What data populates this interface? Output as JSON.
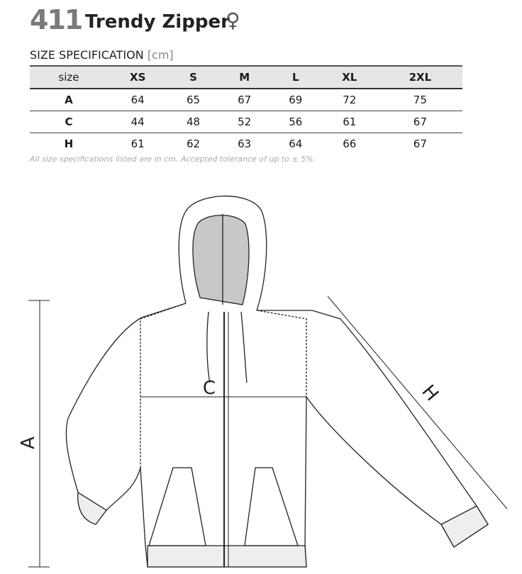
{
  "product": {
    "number": "411",
    "name": "Trendy Zipper",
    "gender_symbol": "♀"
  },
  "spec": {
    "title": "SIZE SPECIFICATION",
    "unit": "[cm]"
  },
  "table": {
    "headers": [
      "size",
      "XS",
      "S",
      "M",
      "L",
      "XL",
      "2XL"
    ],
    "rows": [
      {
        "label": "A",
        "values": [
          "64",
          "65",
          "67",
          "69",
          "72",
          "75"
        ]
      },
      {
        "label": "C",
        "values": [
          "44",
          "48",
          "52",
          "56",
          "61",
          "67"
        ]
      },
      {
        "label": "H",
        "values": [
          "61",
          "62",
          "63",
          "64",
          "66",
          "67"
        ]
      }
    ]
  },
  "note": "All size specifications listed are in cm. Accepted tolerance of up to ± 5%.",
  "diagram": {
    "label_a": "A",
    "label_c": "C",
    "label_h": "H"
  }
}
